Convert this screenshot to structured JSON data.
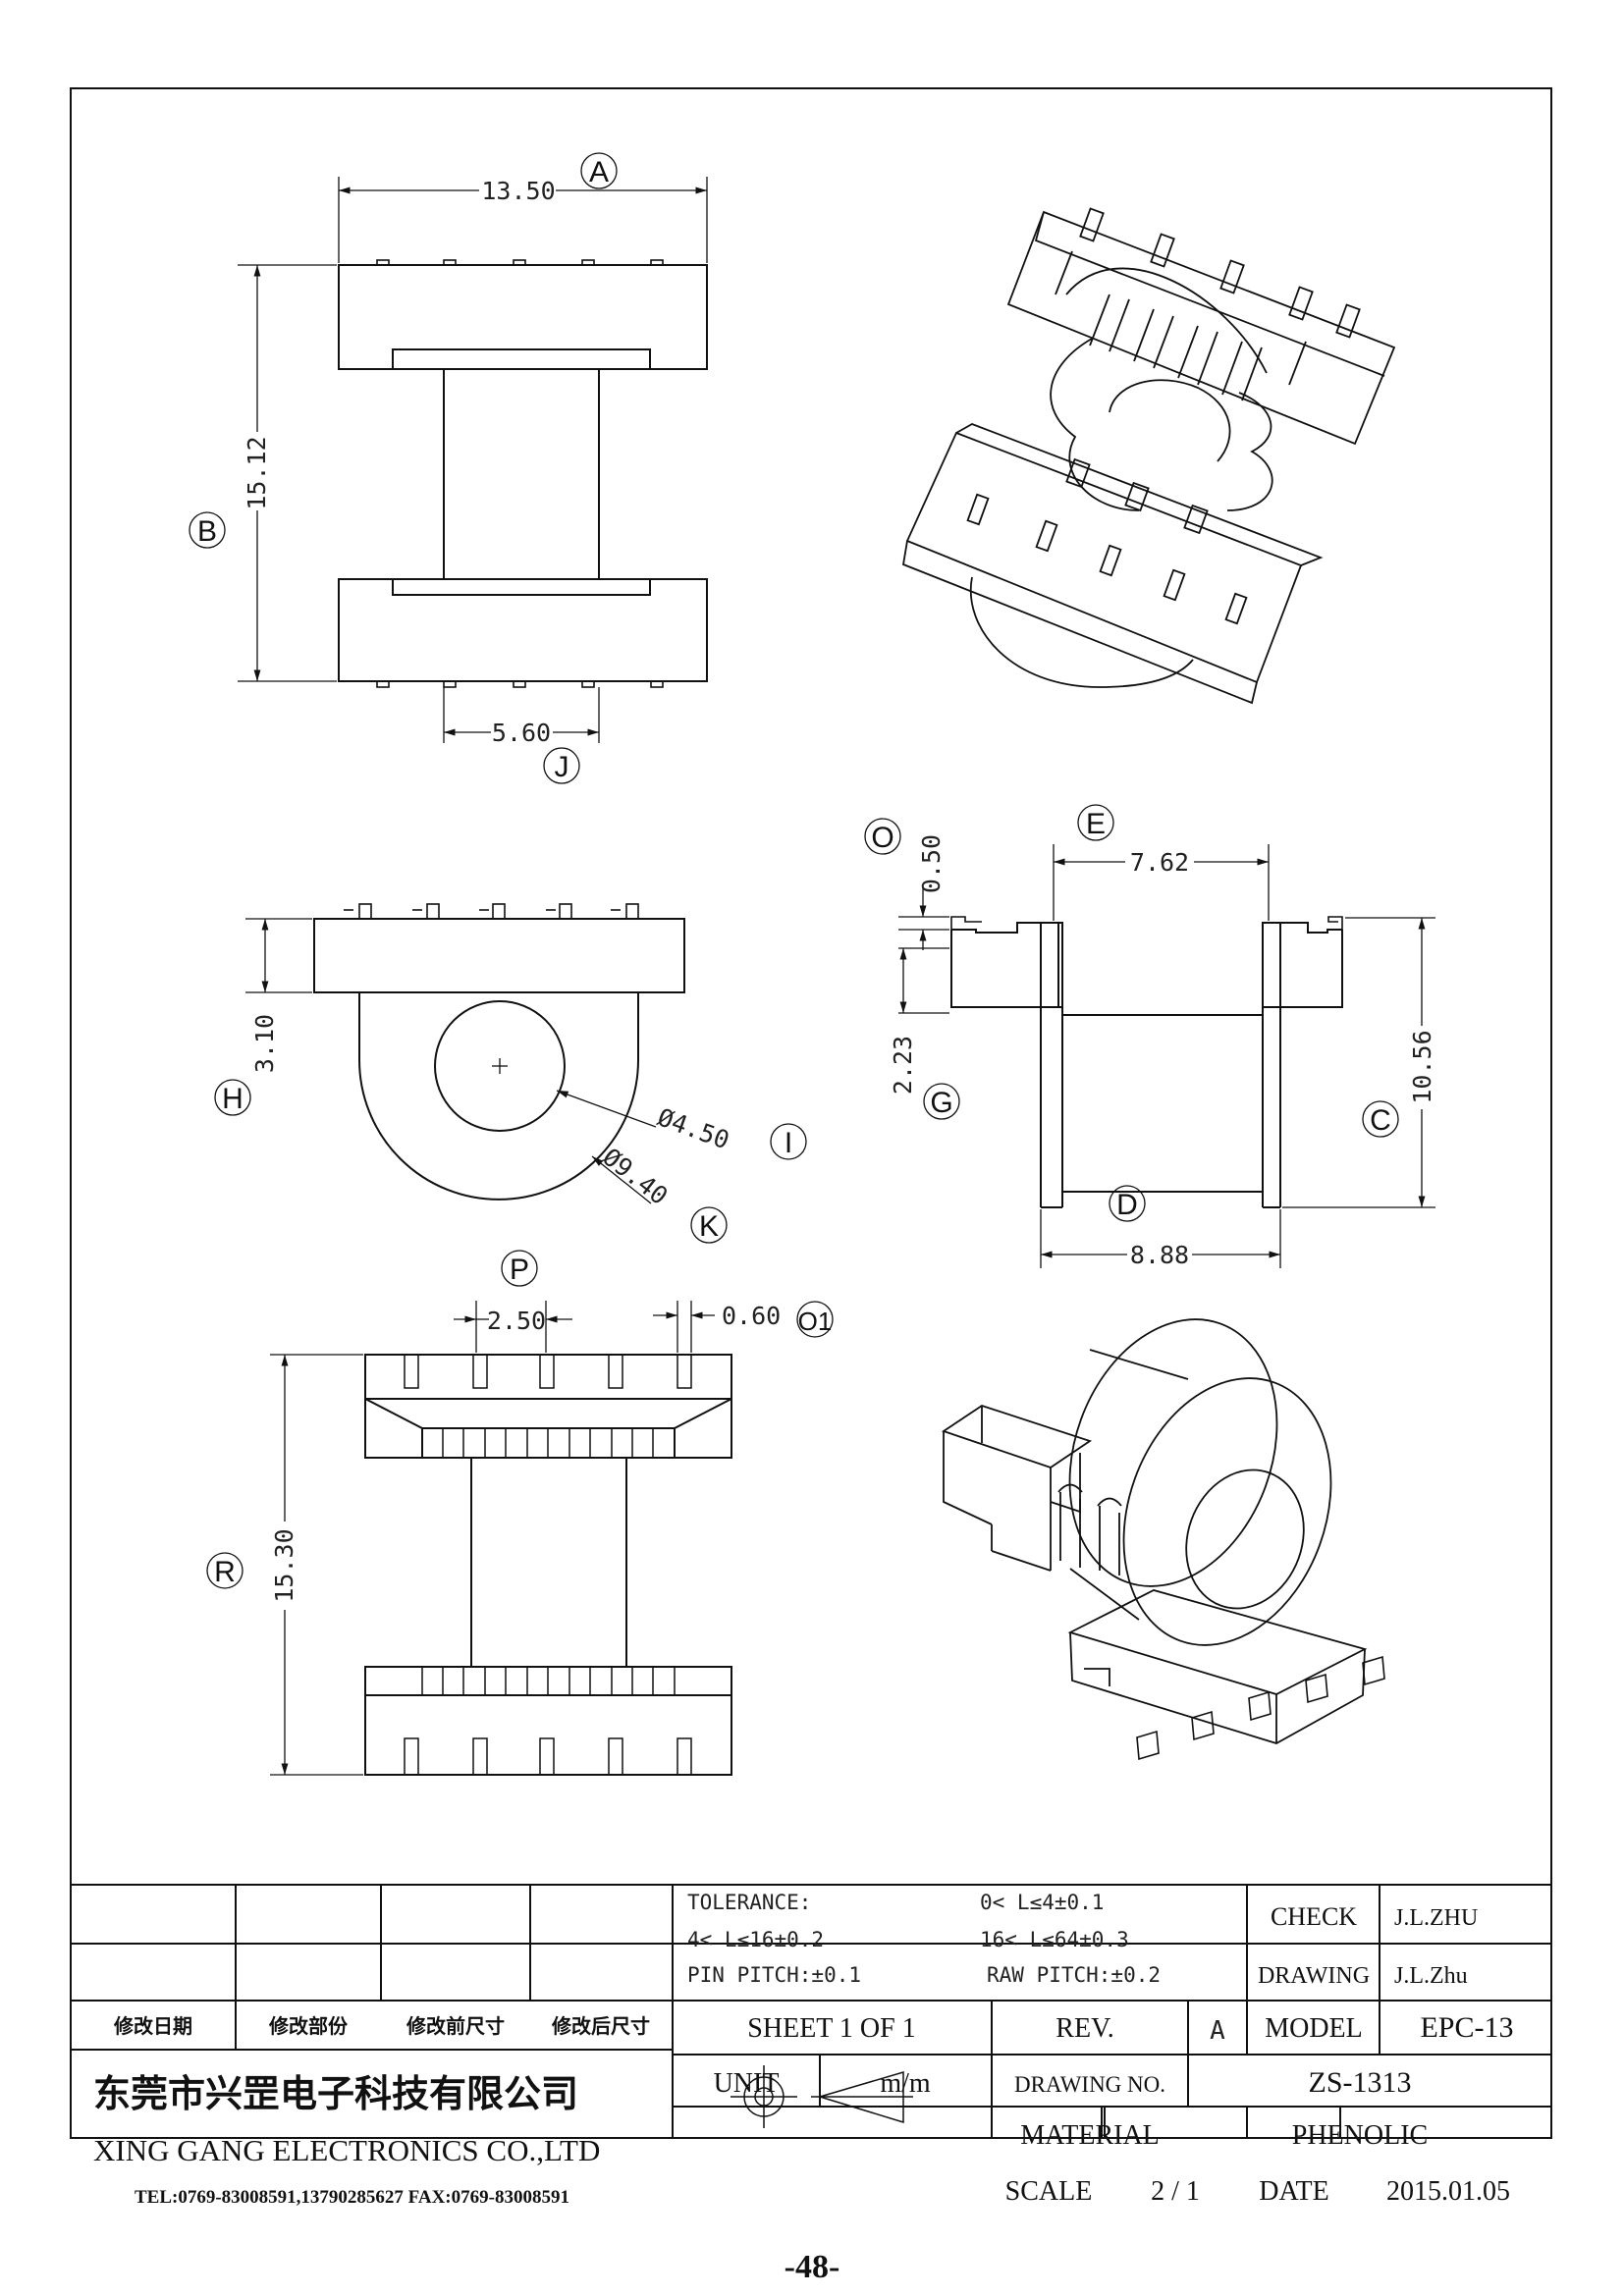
{
  "dimensions": {
    "A": {
      "label": "A",
      "value": "13.50"
    },
    "B": {
      "label": "B",
      "value": "15.12"
    },
    "J": {
      "label": "J",
      "value": "5.60"
    },
    "H": {
      "label": "H",
      "value": "3.10"
    },
    "I": {
      "label": "I",
      "value": "Ø4.50"
    },
    "K": {
      "label": "K",
      "value": "Ø9.40"
    },
    "O": {
      "label": "O",
      "value": "0.50"
    },
    "E": {
      "label": "E",
      "value": "7.62"
    },
    "G": {
      "label": "G",
      "value": "2.23"
    },
    "C": {
      "label": "C",
      "value": "10.56"
    },
    "D": {
      "label": "D",
      "value": "8.88"
    },
    "P": {
      "label": "P",
      "value": "2.50"
    },
    "O1": {
      "label": "O1",
      "value": "0.60"
    },
    "R": {
      "label": "R",
      "value": "15.30"
    }
  },
  "title_block": {
    "tolerance_label": "TOLERANCE:",
    "tol_1": "0< L≤4±0.1",
    "tol_2": "4< L≤16±0.2",
    "tol_3": "16< L≤64±0.3",
    "pin_pitch": "PIN PITCH:±0.1",
    "raw_pitch": "RAW PITCH:±0.2",
    "check_label": "CHECK",
    "check_value": "J.L.ZHU",
    "drawing_label": "DRAWING",
    "drawing_value": "J.L.Zhu",
    "rev_headers": [
      "修改日期",
      "修改部份",
      "修改前尺寸",
      "修改后尺寸"
    ],
    "sheet": "SHEET 1 OF 1",
    "rev_label": "REV.",
    "rev_value": "A",
    "model_label": "MODEL",
    "model_value": "EPC-13",
    "company_cn": "东莞市兴罡电子科技有限公司",
    "company_en": "XING GANG  ELECTRONICS CO.,LTD",
    "company_tel": "TEL:0769-83008591,13790285627 FAX:0769-83008591",
    "unit_label": "UNIT",
    "unit_value": "m/m",
    "drawing_no_label": "DRAWING  NO.",
    "drawing_no_value": "ZS-1313",
    "material_label": "MATERIAL",
    "material_value": "PHENOLIC",
    "scale_label": "SCALE",
    "scale_value": "2  /  1",
    "date_label": "DATE",
    "date_value": "2015.01.05"
  },
  "page_number": "-48-"
}
